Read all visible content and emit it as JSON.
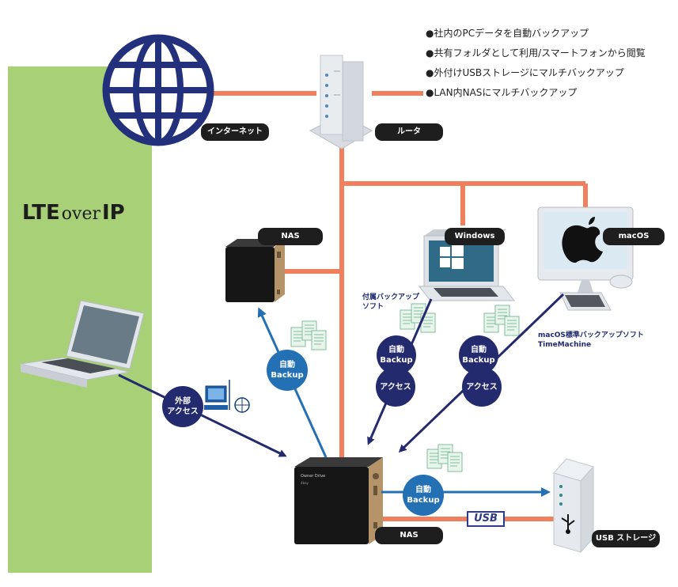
{
  "bullets": [
    "●社内のPCデータを自動バックアップ",
    "●共有フォルダとして利用/スマートフォンから閲覧",
    "●外付けUSBストレージにマルチバックアップ",
    "●LAN内NASにマルチバックアップ"
  ],
  "logo": {
    "lte": "LTE",
    "over": "over",
    "ip": "IP"
  },
  "labels": {
    "internet": "インターネット",
    "router": "ルータ",
    "nas_top": "NAS",
    "windows": "Windows",
    "macos": "macOS",
    "nas_main": "NAS",
    "usb_storage": "USB ストレージ",
    "usb_badge": "USB"
  },
  "circles": {
    "external_access": [
      "外部",
      "アクセス"
    ],
    "auto_backup_1": [
      "自動",
      "Backup"
    ],
    "auto_backup_2": [
      "自動",
      "Backup"
    ],
    "auto_backup_3": [
      "自動",
      "Backup"
    ],
    "auto_backup_4": [
      "自動",
      "Backup"
    ],
    "access_1": "アクセス",
    "access_2": "アクセス"
  },
  "notes": {
    "bundled_soft": [
      "付属バックアップ",
      "ソフト"
    ],
    "macos_soft": [
      "macOS標準バックアップソフト",
      "TimeMachine"
    ]
  },
  "device_text": {
    "nas_brand": "Owner Drive",
    "nas_model": "4bay"
  },
  "colors": {
    "green_panel": "#a8d177",
    "line_orange": "#f07f5e",
    "arrow_navy": "#232a6e",
    "arrow_blue": "#2470b5",
    "tag_bg": "#1e1e1e"
  },
  "icons": [
    "globe-icon",
    "router-icon",
    "nas-icon",
    "laptop-icon",
    "monitor-icon",
    "usb-drive-icon",
    "document-icon",
    "pc-network-icon"
  ]
}
